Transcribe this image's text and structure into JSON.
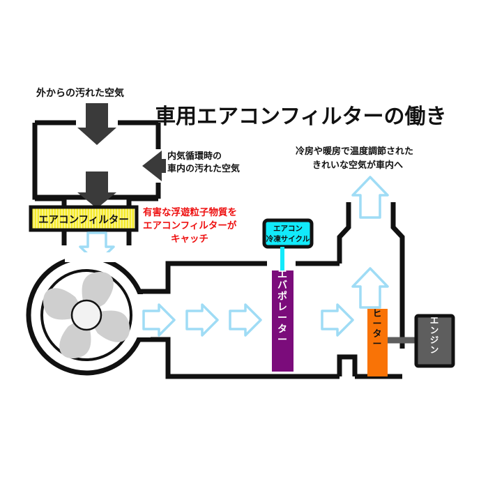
{
  "diagram": {
    "title": "車用エアコンフィルターの働き",
    "background_color": "#ffffff",
    "line_color": "#111111",
    "arrow_dark_color": "#3a3a3a",
    "arrow_air_color": "#9fdcf5",
    "labels": {
      "outside_air": "外からの汚れた空気",
      "recirc_air_line1": "内気循環時の",
      "recirc_air_line2": "車内の汚れた空気",
      "filter_note_line1": "有害な浮遊粒子物質を",
      "filter_note_line2": "エアコンフィルターが",
      "filter_note_line3": "キャッチ",
      "clean_air_line1": "冷房や暖房で温度調節された",
      "clean_air_line2": "きれいな空気が車内へ"
    },
    "components": [
      {
        "id": "filter",
        "label": "エアコンフィルター",
        "fill": "#f5ea2a",
        "text_color": "#111111",
        "orientation": "horizontal"
      },
      {
        "id": "ac-cycle",
        "label_line1": "エアコン",
        "label_line2": "冷凍サイクル",
        "fill": "#12eafa",
        "text_color": "#111111",
        "orientation": "horizontal"
      },
      {
        "id": "evaporator",
        "label": "エバポレーター",
        "fill": "#7b0c7b",
        "text_color": "#ffffff",
        "orientation": "vertical"
      },
      {
        "id": "heater",
        "label": "ヒーター",
        "fill": "#f97306",
        "text_color": "#111111",
        "orientation": "vertical"
      },
      {
        "id": "engine",
        "label": "エンジン",
        "fill": "#5e5e5e",
        "text_color": "#ffffff",
        "orientation": "vertical"
      }
    ],
    "colors": {
      "filter_yellow": "#f5ea2a",
      "cycle_cyan": "#12eafa",
      "evaporator_purple": "#7b0c7b",
      "heater_orange": "#f97306",
      "engine_gray": "#5e5e5e",
      "note_red": "#ee1111",
      "airflow_cyan": "#9fdcf5",
      "fan_gray": "#cfcfcf"
    },
    "airflow_arrow_count_main": 4,
    "airflow_arrow_count_vertical": 2
  }
}
